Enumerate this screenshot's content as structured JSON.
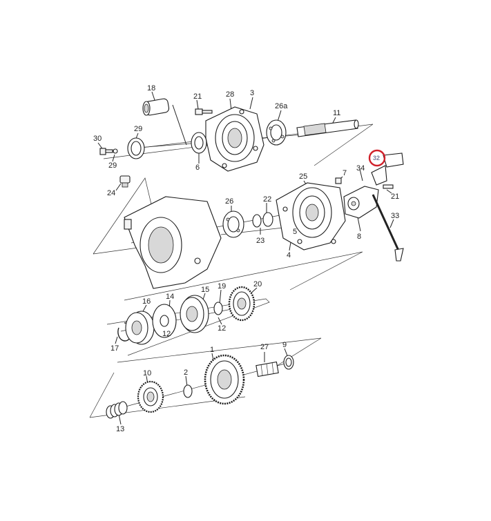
{
  "diagram": {
    "labels": {
      "p1": "1",
      "p2": "2",
      "p3": "3",
      "p4": "4",
      "p5": "5",
      "p6": "6",
      "p7": "7",
      "p8": "8",
      "p9": "9",
      "p10": "10",
      "p11": "11",
      "p12a": "12",
      "p12b": "12",
      "p13": "13",
      "p14": "14",
      "p15": "15",
      "p16": "16",
      "p17": "17",
      "p18": "18",
      "p19": "19",
      "p20": "20",
      "p21a": "21",
      "p21b": "21",
      "p22": "22",
      "p23": "23",
      "p24": "24",
      "p25": "25",
      "p26": "26",
      "p26a": "26a",
      "p27": "27",
      "p28": "28",
      "p29a": "29",
      "p29b": "29",
      "p30": "30",
      "p32": "32",
      "p33": "33",
      "p34": "34"
    },
    "highlight_color": "#d0202a",
    "line_color": "#222222"
  }
}
